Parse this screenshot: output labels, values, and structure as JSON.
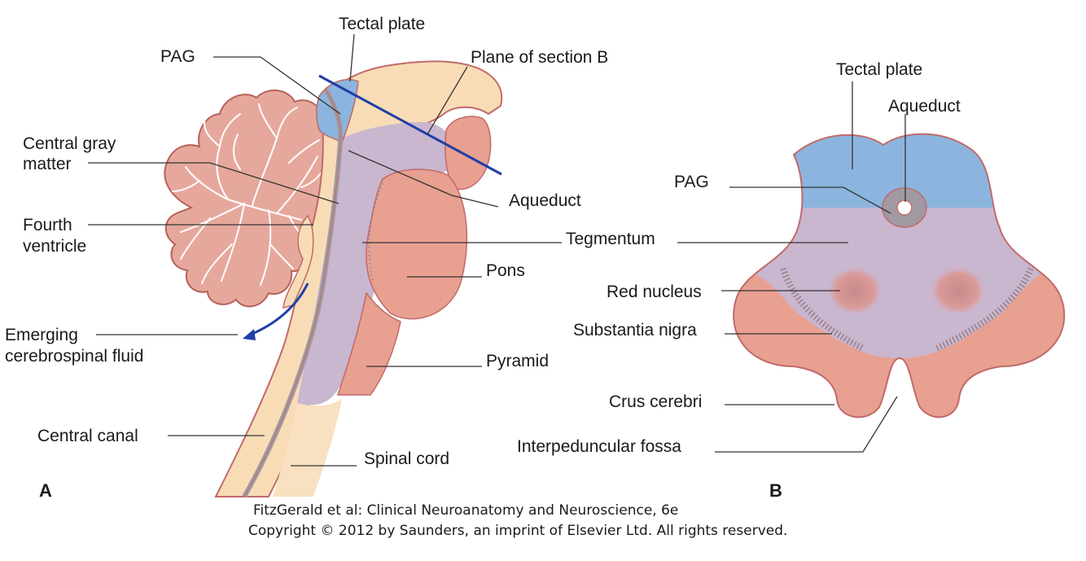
{
  "colors": {
    "cerebellum": "#e6a89c",
    "cerebellum_outline": "#b5625a",
    "folia": "#ffffff",
    "cord": "#f7dcb6",
    "tegmentum": "#c9b6cf",
    "tectum": "#8bb5de",
    "pons": "#e8a090",
    "pag": "#a19aa2",
    "plane": "#1f3fa8",
    "outline": "#c06a6a",
    "substantia": "#8a7070"
  },
  "panel_a": {
    "label": "A",
    "tectal_plate": "Tectal plate",
    "pag": "PAG",
    "plane_of_section": "Plane of section B",
    "central_gray_1": "Central gray",
    "central_gray_2": "matter",
    "aqueduct": "Aqueduct",
    "fourth_ventricle_1": "Fourth",
    "fourth_ventricle_2": "ventricle",
    "tegmentum": "Tegmentum",
    "pons": "Pons",
    "emerging_1": "Emerging",
    "emerging_2": "cerebrospinal fluid",
    "pyramid": "Pyramid",
    "central_canal": "Central canal",
    "spinal_cord": "Spinal cord"
  },
  "panel_b": {
    "label": "B",
    "tectal_plate": "Tectal plate",
    "aqueduct": "Aqueduct",
    "pag": "PAG",
    "red_nucleus": "Red nucleus",
    "substantia_nigra": "Substantia nigra",
    "crus_cerebri": "Crus cerebri",
    "interpeduncular_fossa": "Interpeduncular fossa"
  },
  "credit": {
    "line1": "FitzGerald et al: Clinical Neuroanatomy and Neuroscience, 6e",
    "line2": "Copyright © 2012 by Saunders, an imprint of Elsevier Ltd. All rights reserved."
  }
}
